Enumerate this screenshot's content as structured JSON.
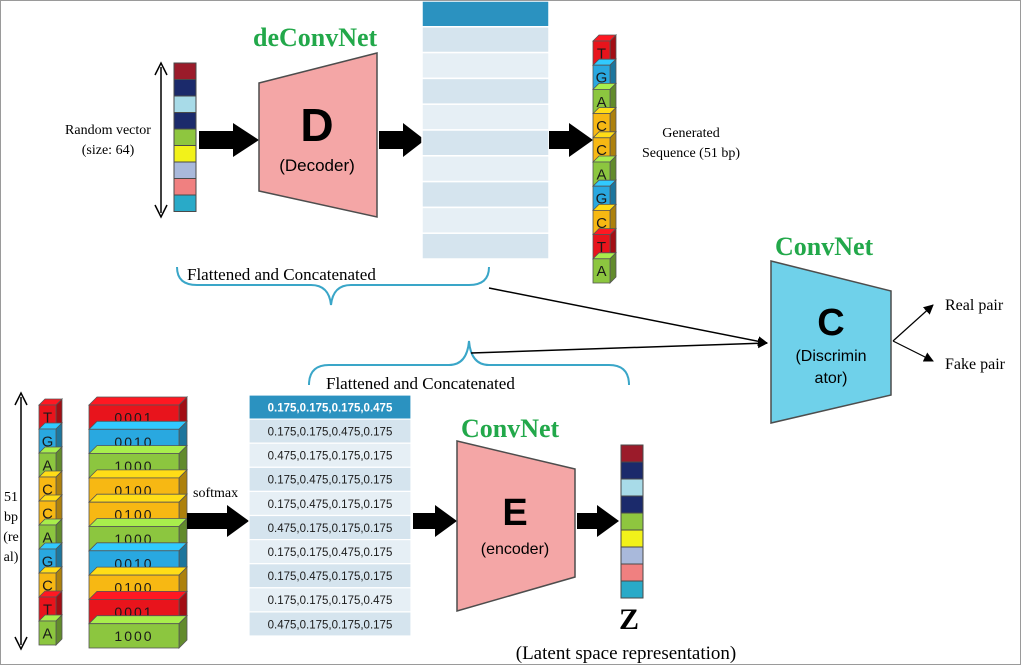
{
  "generator": {
    "title": "deConvNet",
    "block_letter": "D",
    "block_label": "(Decoder)"
  },
  "random_vector": {
    "label_line1": "Random vector",
    "label_line2": "(size:  64)",
    "cell_colors": [
      "#9b1b2a",
      "#1b2a6b",
      "#a8dbe8",
      "#1b2a6b",
      "#8ec63f",
      "#f2f21a",
      "#a9b9db",
      "#f08080",
      "#29aac8"
    ]
  },
  "generated_sequence": {
    "label_line1": "Generated",
    "label_line2": "Sequence (51 bp)",
    "bases": [
      "T",
      "G",
      "A",
      "C",
      "C",
      "A",
      "G",
      "C",
      "T",
      "A"
    ]
  },
  "flattened_top": "Flattened  and  Concatenated",
  "flattened_bottom": "Flattened  and  Concatenated",
  "discriminator": {
    "title": "ConvNet",
    "block_letter": "C",
    "block_label_line1": "(Discrimin",
    "block_label_line2": "ator)",
    "out_real": "Real pair",
    "out_fake": "Fake pair"
  },
  "real_sequence": {
    "label_lines": [
      "51",
      "bp",
      "(re",
      "al)"
    ],
    "bases": [
      "T",
      "G",
      "A",
      "C",
      "C",
      "A",
      "G",
      "C",
      "T",
      "A"
    ],
    "onehot": [
      "0001",
      "0010",
      "1000",
      "0100",
      "0100",
      "1000",
      "0010",
      "0100",
      "0001",
      "1000"
    ]
  },
  "softmax_label": "softmax",
  "prob_table": [
    "0.175,0.175,0.175,0.475",
    "0.175,0.175,0.475,0.175",
    "0.475,0.175,0.175,0.175",
    "0.175,0.475,0.175,0.175",
    "0.175,0.475,0.175,0.175",
    "0.475,0.175,0.175,0.175",
    "0.175,0.175,0.475,0.175",
    "0.175,0.475,0.175,0.175",
    "0.175,0.175,0.175,0.475",
    "0.475,0.175,0.175,0.175"
  ],
  "encoder": {
    "title": "ConvNet",
    "block_letter": "E",
    "block_label": "(encoder)"
  },
  "latent": {
    "letter": "Z",
    "label": "(Latent space representation)",
    "cell_colors": [
      "#9b1b2a",
      "#1b2a6b",
      "#a8dbe8",
      "#1b2a6b",
      "#8ec63f",
      "#f2f21a",
      "#a9b9db",
      "#f08080",
      "#29aac8"
    ]
  },
  "colors": {
    "base_T": "#e8141c",
    "base_G": "#29a8e0",
    "base_A": "#8cc63f",
    "base_C": "#f7b813",
    "trapezoid_pink": "#f4a6a6",
    "trapezoid_cyan": "#6fd1ea",
    "brace": "#3aa6c8",
    "table_dark": "#2b92c0",
    "table_light": "#d5e4ee",
    "table_lighter": "#e6eff5"
  }
}
